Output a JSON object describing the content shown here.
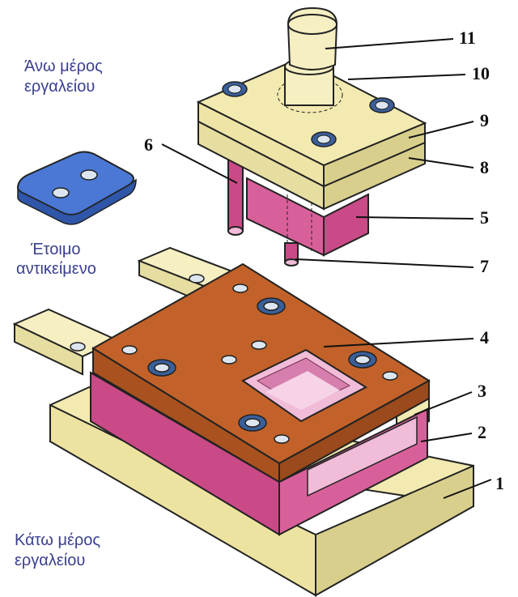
{
  "captions": {
    "upper_tool_line1": "Άνω μέρος",
    "upper_tool_line2": "εργαλείου",
    "finished_part_line1": "Έτοιμο",
    "finished_part_line2": "αντικείμενο",
    "lower_tool_line1": "Κάτω μέρος",
    "lower_tool_line2": "εργαλείου"
  },
  "part_numbers": {
    "p1": "1",
    "p2": "2",
    "p3": "3",
    "p4": "4",
    "p5": "5",
    "p6": "6",
    "p7": "7",
    "p8": "8",
    "p9": "9",
    "p10": "10",
    "p11": "11"
  },
  "colors": {
    "light_yellow": "#f2eab0",
    "yellow_side": "#d8cf8c",
    "orange_plate": "#c2622a",
    "orange_side": "#9a4a1c",
    "pink": "#d8609a",
    "pink_light": "#f0bcd8",
    "blue_part": "#4a78d4",
    "caption_blue": "#3a3f8f"
  }
}
